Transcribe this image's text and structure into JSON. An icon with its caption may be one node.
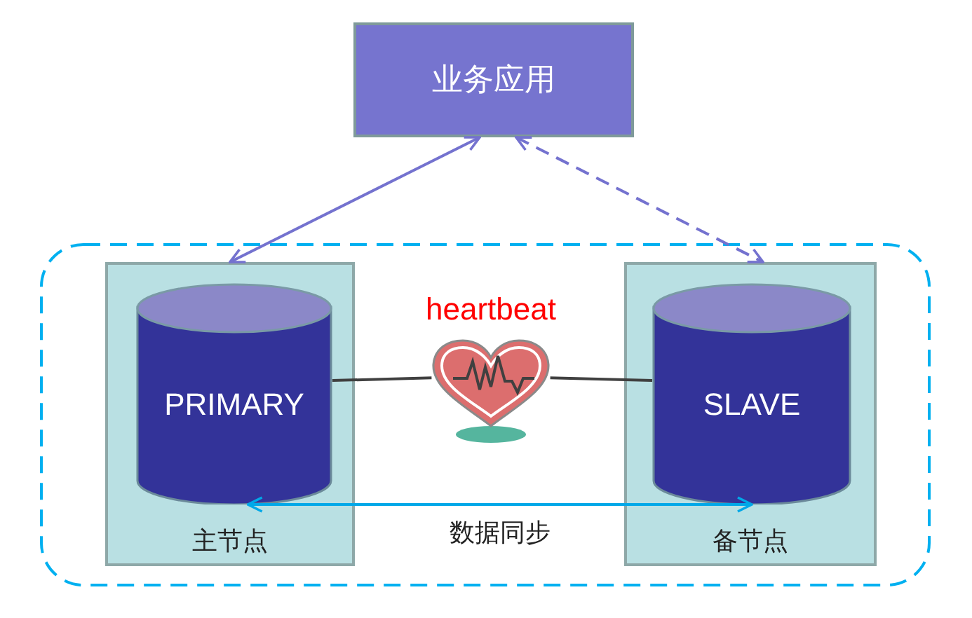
{
  "diagram": {
    "nodes": [
      {
        "text": [
          "业务应用"
        ]
      },
      {
        "text": [],
        "shape": "box"
      },
      {
        "text": [
          "主节点"
        ],
        "in": 1
      },
      {
        "text": [
          "PRIMARY"
        ],
        "in": 2
      },
      {
        "text": [
          "备节点"
        ],
        "in": 1
      },
      {
        "text": [
          "SLAVE"
        ],
        "in": 4
      },
      {
        "text": [],
        "shape": "picture",
        "beside": [
          "heartbeat"
        ],
        "in": 1
      }
    ],
    "edges": [
      {
        "from": 0,
        "to": 2,
        "arrow": "both",
        "color": "#7472cf"
      },
      {
        "from": 0,
        "to": 4,
        "arrow": "both",
        "style": "dashed",
        "color": "#7472cf"
      },
      {
        "from": 3,
        "to": 6,
        "arrow": "none",
        "color": "#404040"
      },
      {
        "from": 6,
        "to": 5,
        "arrow": "none",
        "color": "#404040"
      },
      {
        "from": 3,
        "to": 5,
        "arrow": "both",
        "label": "数据同步",
        "color": "#00a8e8"
      }
    ]
  }
}
